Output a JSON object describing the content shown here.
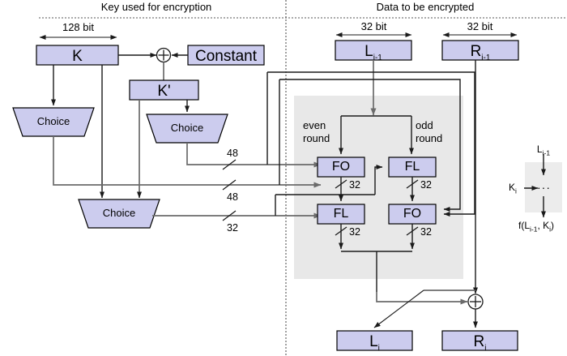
{
  "diagram": {
    "title_left": "Key used for encryption",
    "title_right": "Data to be encrypted",
    "colors": {
      "box_fill": "#ccccee",
      "box_stroke": "#000000",
      "gray_zone": "#e8e8e8",
      "wire_gray": "#6b6b6b",
      "wire_black": "#1a1a1a",
      "background": "#ffffff"
    }
  },
  "key_side": {
    "bit_label": "128 bit",
    "box_k": "K",
    "box_constant": "Constant",
    "box_kprime": "K'",
    "xor_symbol": "+",
    "choice_top_left": "Choice",
    "choice_top_right": "Choice",
    "choice_bottom": "Choice",
    "widths": {
      "upper": "48",
      "lower": "48",
      "fl_feed": "32"
    }
  },
  "data_side": {
    "bit_label_left": "32 bit",
    "bit_label_right": "32 bit",
    "input_left": "L",
    "input_left_sub": "i-1",
    "input_right": "R",
    "input_right_sub": "i-1",
    "even_round_line1": "even",
    "even_round_line2": "round",
    "odd_round_line1": "odd",
    "odd_round_line2": "round",
    "fo_even": "FO",
    "fl_odd": "FL",
    "fl_even": "FL",
    "fo_odd": "FO",
    "width_fo_even": "32",
    "width_fl_odd": "32",
    "width_fl_even": "32",
    "width_fo_odd": "32",
    "xor_symbol": "+",
    "output_left": "L",
    "output_left_sub": "i",
    "output_right": "R",
    "output_right_sub": "i"
  },
  "legend": {
    "input_label": "L",
    "input_sub": "i-1",
    "key_label": "K",
    "key_sub": "i",
    "ellipsis": "···",
    "output_prefix": "f(L",
    "output_sub1": "i-1",
    "output_mid": ", K",
    "output_sub2": "i",
    "output_suffix": ")"
  }
}
